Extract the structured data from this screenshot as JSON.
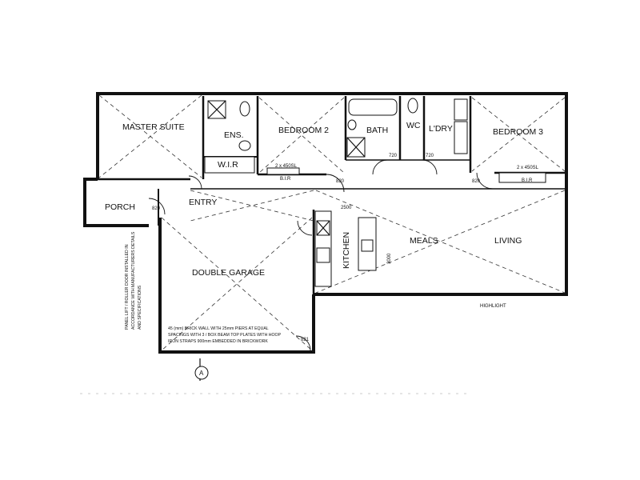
{
  "plan": {
    "rooms": {
      "master_suite": "MASTER SUITE",
      "ens": "ENS.",
      "bedroom2": "BEDROOM 2",
      "bath": "BATH",
      "wc": "WC",
      "ldry": "L'DRY",
      "bedroom3": "BEDROOM 3",
      "wir": "W.I.R",
      "entry": "ENTRY",
      "porch": "PORCH",
      "meals": "MEALS",
      "living": "LIVING",
      "kitchen": "KITCHEN",
      "double_garage": "DOUBLE GARAGE"
    },
    "labels": {
      "highlight": "HIGHLIGHT",
      "section_marker": "A"
    },
    "dims": {
      "d820_porch": "820",
      "d820_bed2": "820",
      "d820_bed3": "820",
      "d720_bath": "720",
      "d720_ldry": "720",
      "d3000": "3000",
      "d2500": "2500",
      "d821": "821",
      "d2x450": "2 x 450SL",
      "d2x450b": "2 x 450SL",
      "br": "B.I.R",
      "br3": "B.I.R"
    },
    "notes": {
      "garage_note_1": "45 (mm) BRICK WALL WITH 25mm PIERS AT EQUAL",
      "garage_note_2": "SPACINGS WITH 3 / BOX BEAM TOP PLATES WITH HOOP",
      "garage_note_3": "IRON STRAPS 900mm EMBEDDED IN BRICKWORK",
      "side_note_1": "PANEL LIFT / ROLLER DOOR INSTALLED IN",
      "side_note_2": "ACCORDANCE WITH MANUFACTURERS DETAILS",
      "side_note_3": "AND SPECIFICATIONS"
    },
    "icons": {
      "north_arrow": "section-marker-icon",
      "toilet": "toilet-icon",
      "basin": "basin-icon",
      "shower": "shower-icon",
      "bathtub": "bathtub-icon",
      "stove": "stove-icon",
      "sink": "sink-icon"
    },
    "colors": {
      "ink": "#111111",
      "paper": "#ffffff"
    }
  }
}
